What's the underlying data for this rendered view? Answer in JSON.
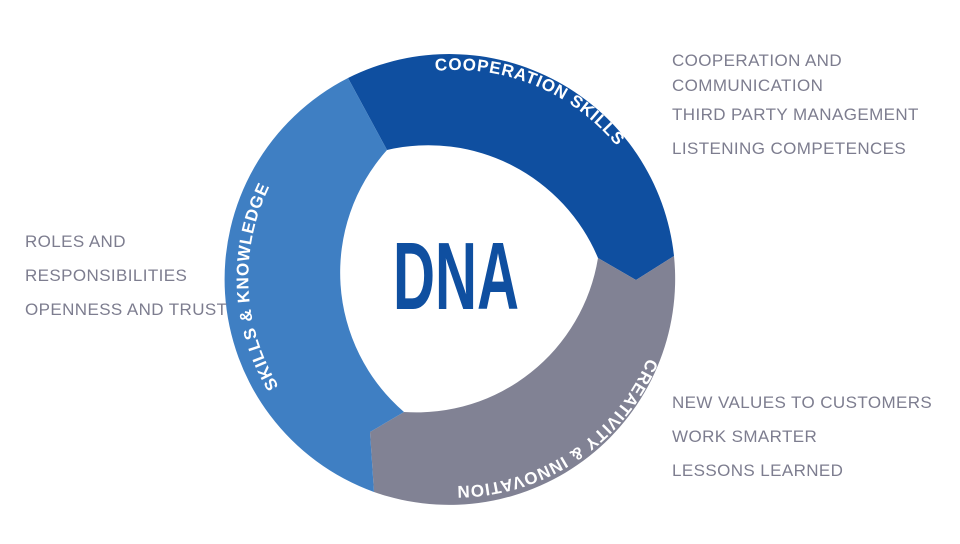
{
  "center": {
    "title": "DNA"
  },
  "segments": [
    {
      "label": "COOPERATION SKILLS",
      "color": "#0f4fa0",
      "notes": [
        "COOPERATION AND",
        "COMMUNICATION",
        "THIRD PARTY MANAGEMENT",
        "LISTENING COMPETENCES"
      ]
    },
    {
      "label": "CREATIVITY & INNOVATION",
      "color": "#818294",
      "notes": [
        "NEW VALUES  TO CUSTOMERS",
        "WORK SMARTER",
        "LESSONS LEARNED"
      ]
    },
    {
      "label": "SKILLS & KNOWLEDGE",
      "color": "#3f7fc3",
      "notes": [
        "ROLES AND",
        "RESPONSIBILITIES",
        "OPENNESS AND TRUST"
      ]
    }
  ],
  "colors": {
    "note_text": "#7d7d8f",
    "center_text": "#0f4fa0"
  }
}
